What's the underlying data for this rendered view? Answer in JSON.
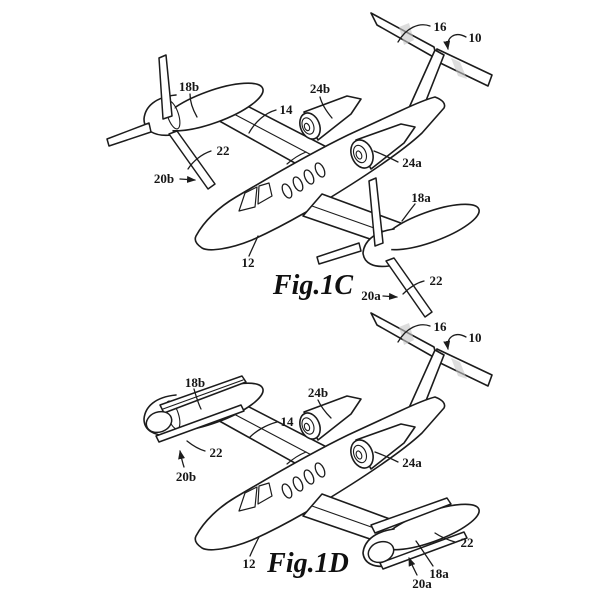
{
  "page": {
    "background": "#ffffff",
    "line_color": "#1c1c1c",
    "shading_color": "#c6c6c6"
  },
  "figures": [
    {
      "caption": "Fig.1C",
      "labels": [
        {
          "text": "16"
        },
        {
          "text": "10"
        },
        {
          "text": "18b"
        },
        {
          "text": "24b"
        },
        {
          "text": "14"
        },
        {
          "text": "22"
        },
        {
          "text": "20b"
        },
        {
          "text": "24a"
        },
        {
          "text": "18a"
        },
        {
          "text": "12"
        },
        {
          "text": "22"
        },
        {
          "text": "20a"
        }
      ]
    },
    {
      "caption": "Fig.1D",
      "labels": [
        {
          "text": "16"
        },
        {
          "text": "10"
        },
        {
          "text": "18b"
        },
        {
          "text": "24b"
        },
        {
          "text": "14"
        },
        {
          "text": "22"
        },
        {
          "text": "20b"
        },
        {
          "text": "24a"
        },
        {
          "text": "22"
        },
        {
          "text": "18a"
        },
        {
          "text": "20a"
        },
        {
          "text": "12"
        }
      ]
    }
  ]
}
